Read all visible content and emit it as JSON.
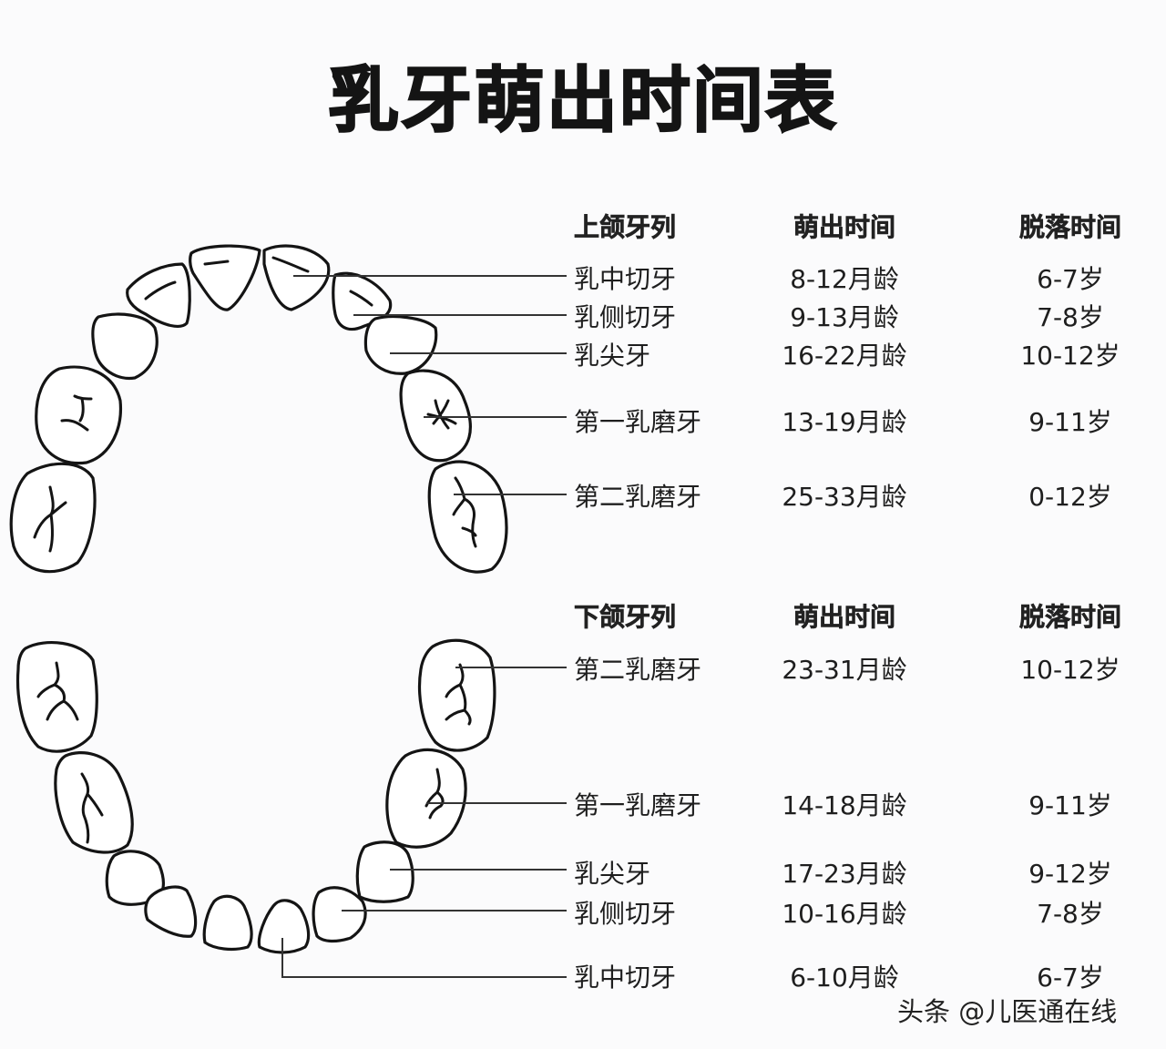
{
  "title": "乳牙萌出时间表",
  "upper": {
    "headers": {
      "jaw": "上颌牙列",
      "eruption": "萌出时间",
      "shedding": "脱落时间"
    },
    "rows": [
      {
        "tooth": "乳中切牙",
        "eruption": "8-12月龄",
        "shedding": "6-7岁"
      },
      {
        "tooth": "乳侧切牙",
        "eruption": "9-13月龄",
        "shedding": "7-8岁"
      },
      {
        "tooth": "乳尖牙",
        "eruption": "16-22月龄",
        "shedding": "10-12岁"
      },
      {
        "tooth": "第一乳磨牙",
        "eruption": "13-19月龄",
        "shedding": "9-11岁"
      },
      {
        "tooth": "第二乳磨牙",
        "eruption": "25-33月龄",
        "shedding": "0-12岁"
      }
    ]
  },
  "lower": {
    "headers": {
      "jaw": "下颌牙列",
      "eruption": "萌出时间",
      "shedding": "脱落时间"
    },
    "rows": [
      {
        "tooth": "第二乳磨牙",
        "eruption": "23-31月龄",
        "shedding": "10-12岁"
      },
      {
        "tooth": "第一乳磨牙",
        "eruption": "14-18月龄",
        "shedding": "9-11岁"
      },
      {
        "tooth": "乳尖牙",
        "eruption": "17-23月龄",
        "shedding": "9-12岁"
      },
      {
        "tooth": "乳侧切牙",
        "eruption": "10-16月龄",
        "shedding": "7-8岁"
      },
      {
        "tooth": "乳中切牙",
        "eruption": "6-10月龄",
        "shedding": "6-7岁"
      }
    ]
  },
  "watermark": "头条 @儿医通在线",
  "colors": {
    "background": "#fbfbfc",
    "ink": "#141414",
    "leader_line": "#333333"
  }
}
